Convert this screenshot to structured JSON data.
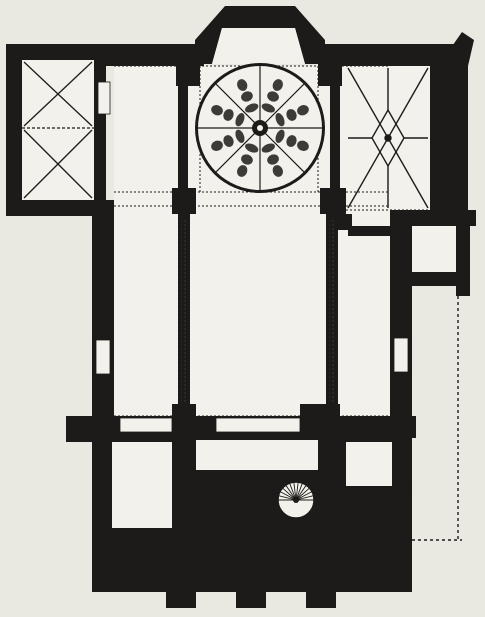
{
  "figure": {
    "kind": "architectural-floor-plan",
    "rendering": "black-ink-on-paper",
    "colors": {
      "paper": "#e9e8e1",
      "ink": "#1c1b19",
      "floor": "#f4f3ee",
      "hatch": "#2a2927"
    },
    "features": {
      "apse": "polygonal-apse",
      "central_floor_medallion": {
        "type": "radial-mosaic",
        "segments": 8
      },
      "vaulted_chambers": [
        "left-chapel-cross-vault",
        "right-chapel-star-vault"
      ],
      "stair": "spiral-stair",
      "colonnades": 2
    }
  }
}
